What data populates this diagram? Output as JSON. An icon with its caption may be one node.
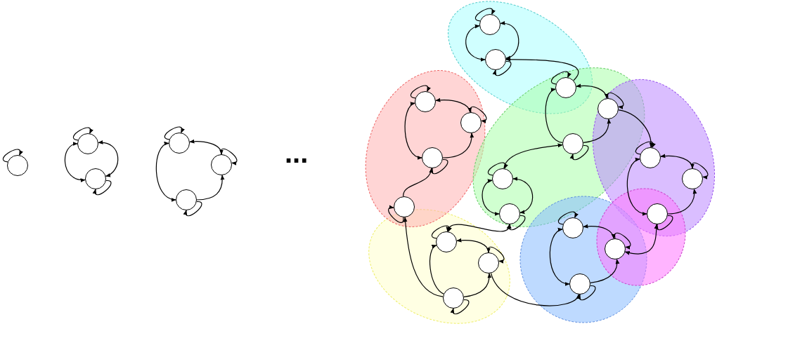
{
  "diagram": {
    "nodes": [
      {
        "text": [],
        "shape": "circle"
      },
      {
        "text": [],
        "shape": "circle"
      },
      {
        "text": [],
        "shape": "circle"
      },
      {
        "text": [],
        "shape": "circle"
      },
      {
        "text": [],
        "shape": "circle"
      },
      {
        "text": [],
        "shape": "circle"
      },
      {
        "text": [],
        "shape": "circle"
      },
      {
        "text": [],
        "shape": "circle"
      },
      {
        "text": [],
        "shape": "circle"
      },
      {
        "text": [],
        "shape": "circle"
      },
      {
        "text": [],
        "shape": "circle"
      },
      {
        "text": [],
        "shape": "circle"
      },
      {
        "text": [],
        "shape": "circle"
      },
      {
        "text": [],
        "shape": "circle"
      },
      {
        "text": [],
        "shape": "circle"
      },
      {
        "text": [],
        "shape": "circle"
      },
      {
        "text": [],
        "shape": "circle"
      },
      {
        "text": [],
        "shape": "circle"
      },
      {
        "text": [],
        "shape": "circle"
      },
      {
        "text": [],
        "shape": "circle"
      },
      {
        "text": [],
        "shape": "circle"
      },
      {
        "text": [],
        "shape": "circle"
      },
      {
        "text": [],
        "shape": "circle"
      },
      {
        "text": [],
        "shape": "circle"
      },
      {
        "text": [],
        "shape": "circle"
      },
      {
        "text": [],
        "shape": "circle"
      }
    ],
    "edges": [
      {
        "from": 0,
        "to": 0,
        "arrow": "to"
      },
      {
        "from": 1,
        "to": 1,
        "arrow": "to"
      },
      {
        "from": 2,
        "to": 2,
        "arrow": "to"
      },
      {
        "from": 1,
        "to": 2,
        "arrow": "both"
      },
      {
        "from": 1,
        "to": 2,
        "arrow": "both"
      },
      {
        "from": 3,
        "to": 3,
        "arrow": "to"
      },
      {
        "from": 4,
        "to": 4,
        "arrow": "to"
      },
      {
        "from": 5,
        "to": 5,
        "arrow": "to"
      },
      {
        "from": 3,
        "to": 4,
        "arrow": "both"
      },
      {
        "from": 3,
        "to": 5,
        "arrow": "both"
      },
      {
        "from": 5,
        "to": 4,
        "arrow": "to"
      },
      {
        "from": 6,
        "to": 6,
        "arrow": "to"
      },
      {
        "from": 7,
        "to": 7,
        "arrow": "to"
      },
      {
        "from": 6,
        "to": 7,
        "arrow": "both"
      },
      {
        "from": 6,
        "to": 7,
        "arrow": "both"
      },
      {
        "from": 12,
        "to": 7,
        "arrow": "to"
      },
      {
        "from": 8,
        "to": 8,
        "arrow": "to"
      },
      {
        "from": 9,
        "to": 9,
        "arrow": "to"
      },
      {
        "from": 10,
        "to": 10,
        "arrow": "to"
      },
      {
        "from": 11,
        "to": 11,
        "arrow": "to"
      },
      {
        "from": 8,
        "to": 9,
        "arrow": "both"
      },
      {
        "from": 8,
        "to": 10,
        "arrow": "both"
      },
      {
        "from": 10,
        "to": 9,
        "arrow": "to"
      },
      {
        "from": 11,
        "to": 10,
        "arrow": "to"
      },
      {
        "from": 12,
        "to": 12,
        "arrow": "to"
      },
      {
        "from": 13,
        "to": 13,
        "arrow": "to"
      },
      {
        "from": 14,
        "to": 14,
        "arrow": "to"
      },
      {
        "from": 15,
        "to": 15,
        "arrow": "to"
      },
      {
        "from": 12,
        "to": 16,
        "arrow": "both"
      },
      {
        "from": 13,
        "to": 12,
        "arrow": "to"
      },
      {
        "from": 13,
        "to": 16,
        "arrow": "to"
      },
      {
        "from": 14,
        "to": 13,
        "arrow": "to"
      },
      {
        "from": 14,
        "to": 15,
        "arrow": "both"
      },
      {
        "from": 14,
        "to": 15,
        "arrow": "both"
      },
      {
        "from": 16,
        "to": 16,
        "arrow": "to"
      },
      {
        "from": 17,
        "to": 17,
        "arrow": "to"
      },
      {
        "from": 18,
        "to": 18,
        "arrow": "to"
      },
      {
        "from": 19,
        "to": 19,
        "arrow": "to"
      },
      {
        "from": 16,
        "to": 17,
        "arrow": "to"
      },
      {
        "from": 17,
        "to": 18,
        "arrow": "both"
      },
      {
        "from": 17,
        "to": 19,
        "arrow": "both"
      },
      {
        "from": 19,
        "to": 18,
        "arrow": "to"
      },
      {
        "from": 20,
        "to": 20,
        "arrow": "to"
      },
      {
        "from": 21,
        "to": 21,
        "arrow": "to"
      },
      {
        "from": 22,
        "to": 22,
        "arrow": "to"
      },
      {
        "from": 20,
        "to": 21,
        "arrow": "both"
      },
      {
        "from": 22,
        "to": 20,
        "arrow": "to"
      },
      {
        "from": 22,
        "to": 21,
        "arrow": "to"
      },
      {
        "from": 22,
        "to": 11,
        "arrow": "to"
      },
      {
        "from": 15,
        "to": 20,
        "arrow": "both"
      },
      {
        "from": 21,
        "to": 25,
        "arrow": "to"
      },
      {
        "from": 23,
        "to": 23,
        "arrow": "to"
      },
      {
        "from": 24,
        "to": 24,
        "arrow": "to"
      },
      {
        "from": 25,
        "to": 25,
        "arrow": "to"
      },
      {
        "from": 23,
        "to": 24,
        "arrow": "both"
      },
      {
        "from": 23,
        "to": 25,
        "arrow": "both"
      },
      {
        "from": 25,
        "to": 24,
        "arrow": "to"
      },
      {
        "from": 24,
        "to": 19,
        "arrow": "both"
      }
    ],
    "labels": [
      "..."
    ]
  }
}
